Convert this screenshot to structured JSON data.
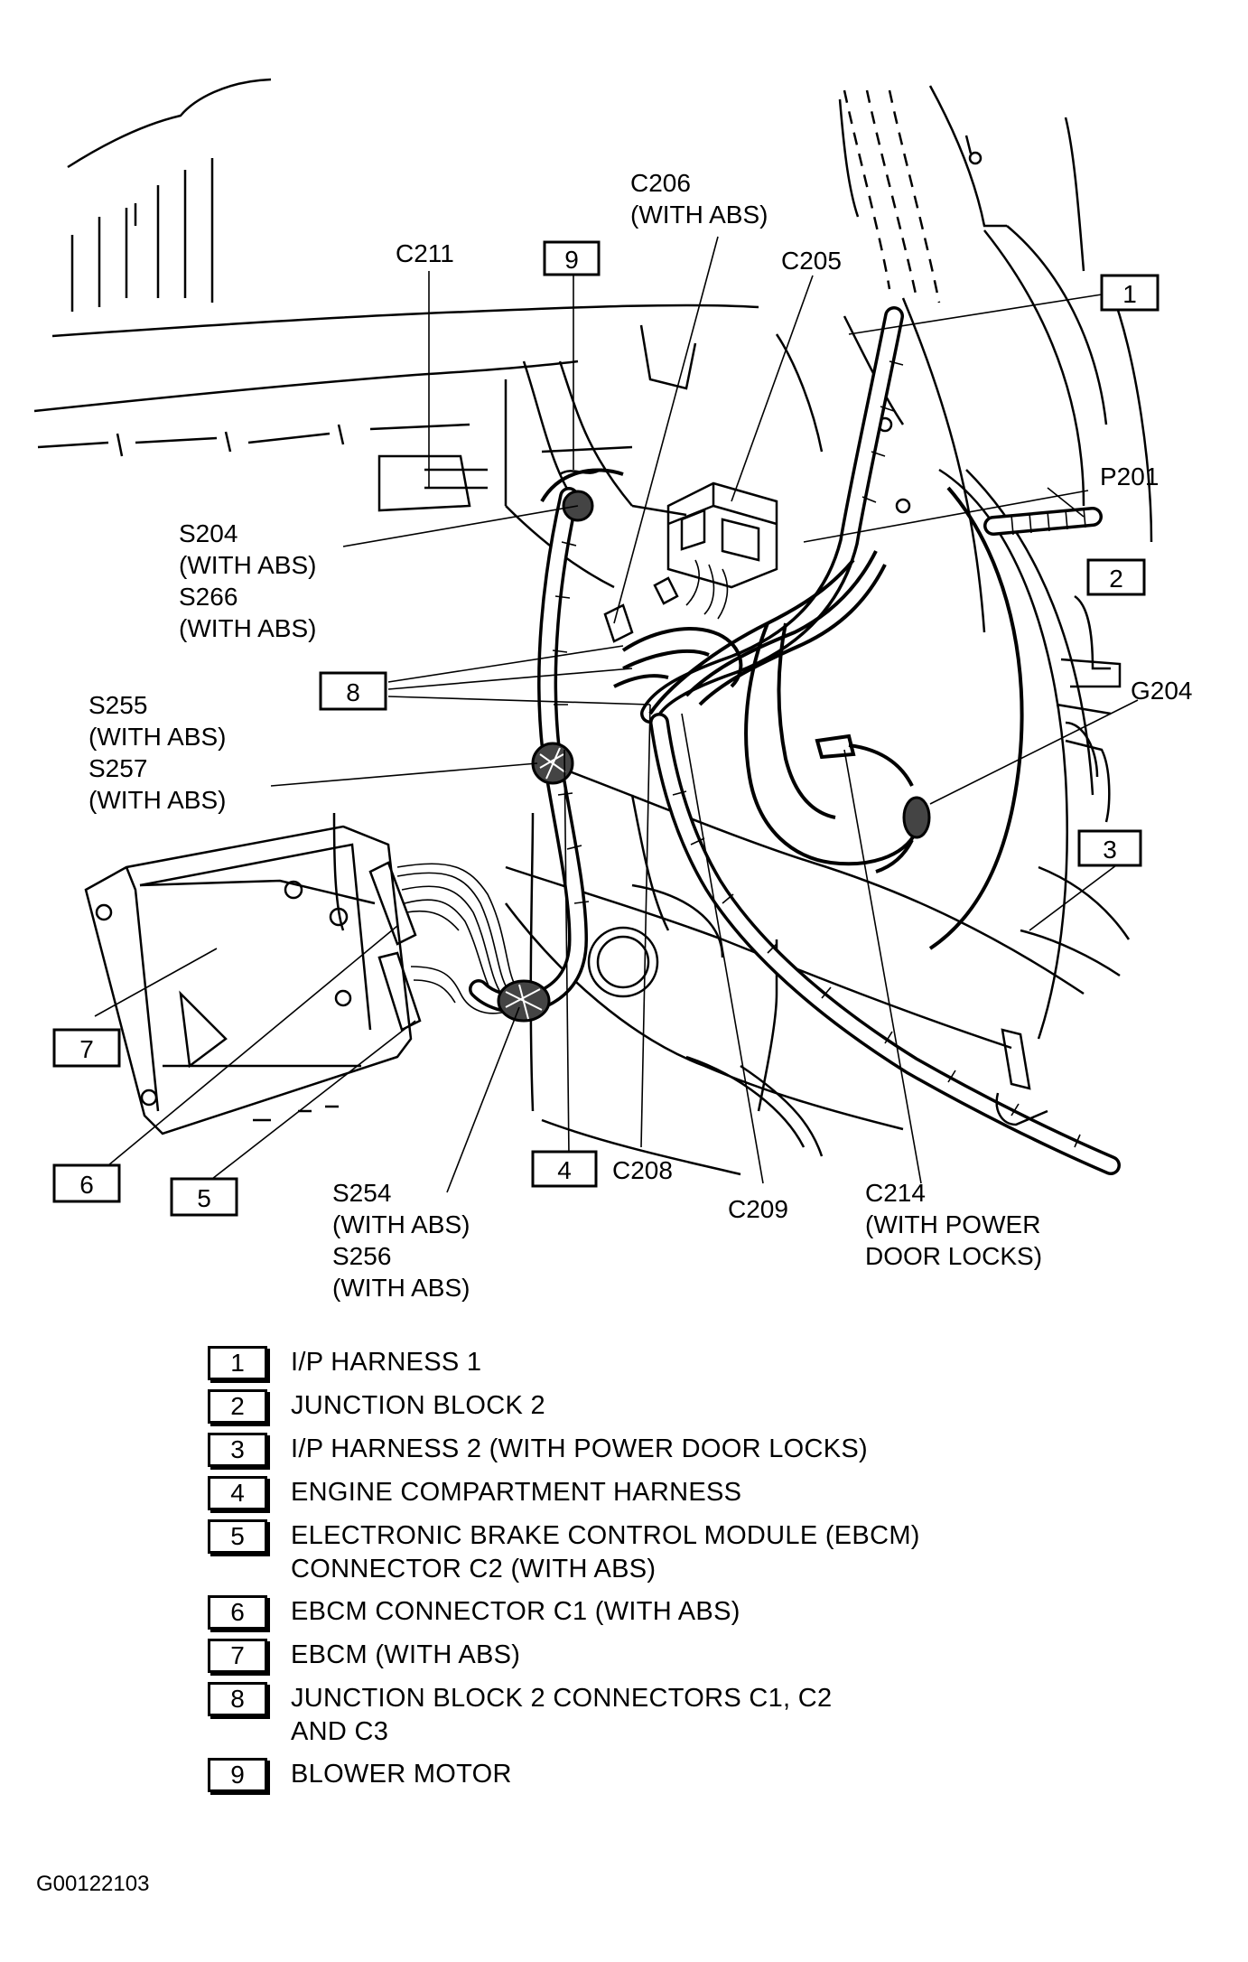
{
  "callouts": [
    {
      "id": "c206",
      "text": "C206"
    },
    {
      "id": "c206-note",
      "text": "(WITH ABS)"
    },
    {
      "id": "c211",
      "text": "C211"
    },
    {
      "id": "c205",
      "text": "C205"
    },
    {
      "id": "p201",
      "text": "P201"
    },
    {
      "id": "s204",
      "text": "S204"
    },
    {
      "id": "s204-note",
      "text": "(WITH ABS)"
    },
    {
      "id": "s266",
      "text": "S266"
    },
    {
      "id": "s266-note",
      "text": "(WITH ABS)"
    },
    {
      "id": "g204",
      "text": "G204"
    },
    {
      "id": "s255",
      "text": "S255"
    },
    {
      "id": "s255-note",
      "text": "(WITH ABS)"
    },
    {
      "id": "s257",
      "text": "S257"
    },
    {
      "id": "s257-note",
      "text": "(WITH ABS)"
    },
    {
      "id": "c208",
      "text": "C208"
    },
    {
      "id": "c209",
      "text": "C209"
    },
    {
      "id": "c214",
      "text": "C214"
    },
    {
      "id": "c214-note1",
      "text": "(WITH POWER"
    },
    {
      "id": "c214-note2",
      "text": "DOOR LOCKS)"
    },
    {
      "id": "s254",
      "text": "S254"
    },
    {
      "id": "s254-note",
      "text": "(WITH ABS)"
    },
    {
      "id": "s256",
      "text": "S256"
    },
    {
      "id": "s256-note",
      "text": "(WITH ABS)"
    }
  ],
  "number_boxes": [
    "1",
    "2",
    "3",
    "4",
    "5",
    "6",
    "7",
    "8",
    "9"
  ],
  "legend": [
    {
      "num": "1",
      "text": "I/P HARNESS 1"
    },
    {
      "num": "2",
      "text": "JUNCTION BLOCK 2"
    },
    {
      "num": "3",
      "text": "I/P HARNESS 2 (WITH POWER DOOR LOCKS)"
    },
    {
      "num": "4",
      "text": "ENGINE COMPARTMENT HARNESS"
    },
    {
      "num": "5",
      "text": "ELECTRONIC BRAKE CONTROL MODULE (EBCM)\nCONNECTOR C2 (WITH ABS)"
    },
    {
      "num": "6",
      "text": "EBCM CONNECTOR C1 (WITH ABS)"
    },
    {
      "num": "7",
      "text": "EBCM (WITH ABS)"
    },
    {
      "num": "8",
      "text": "JUNCTION BLOCK 2 CONNECTORS C1, C2\nAND C3"
    },
    {
      "num": "9",
      "text": "BLOWER MOTOR"
    }
  ],
  "figure_id": "G00122103"
}
